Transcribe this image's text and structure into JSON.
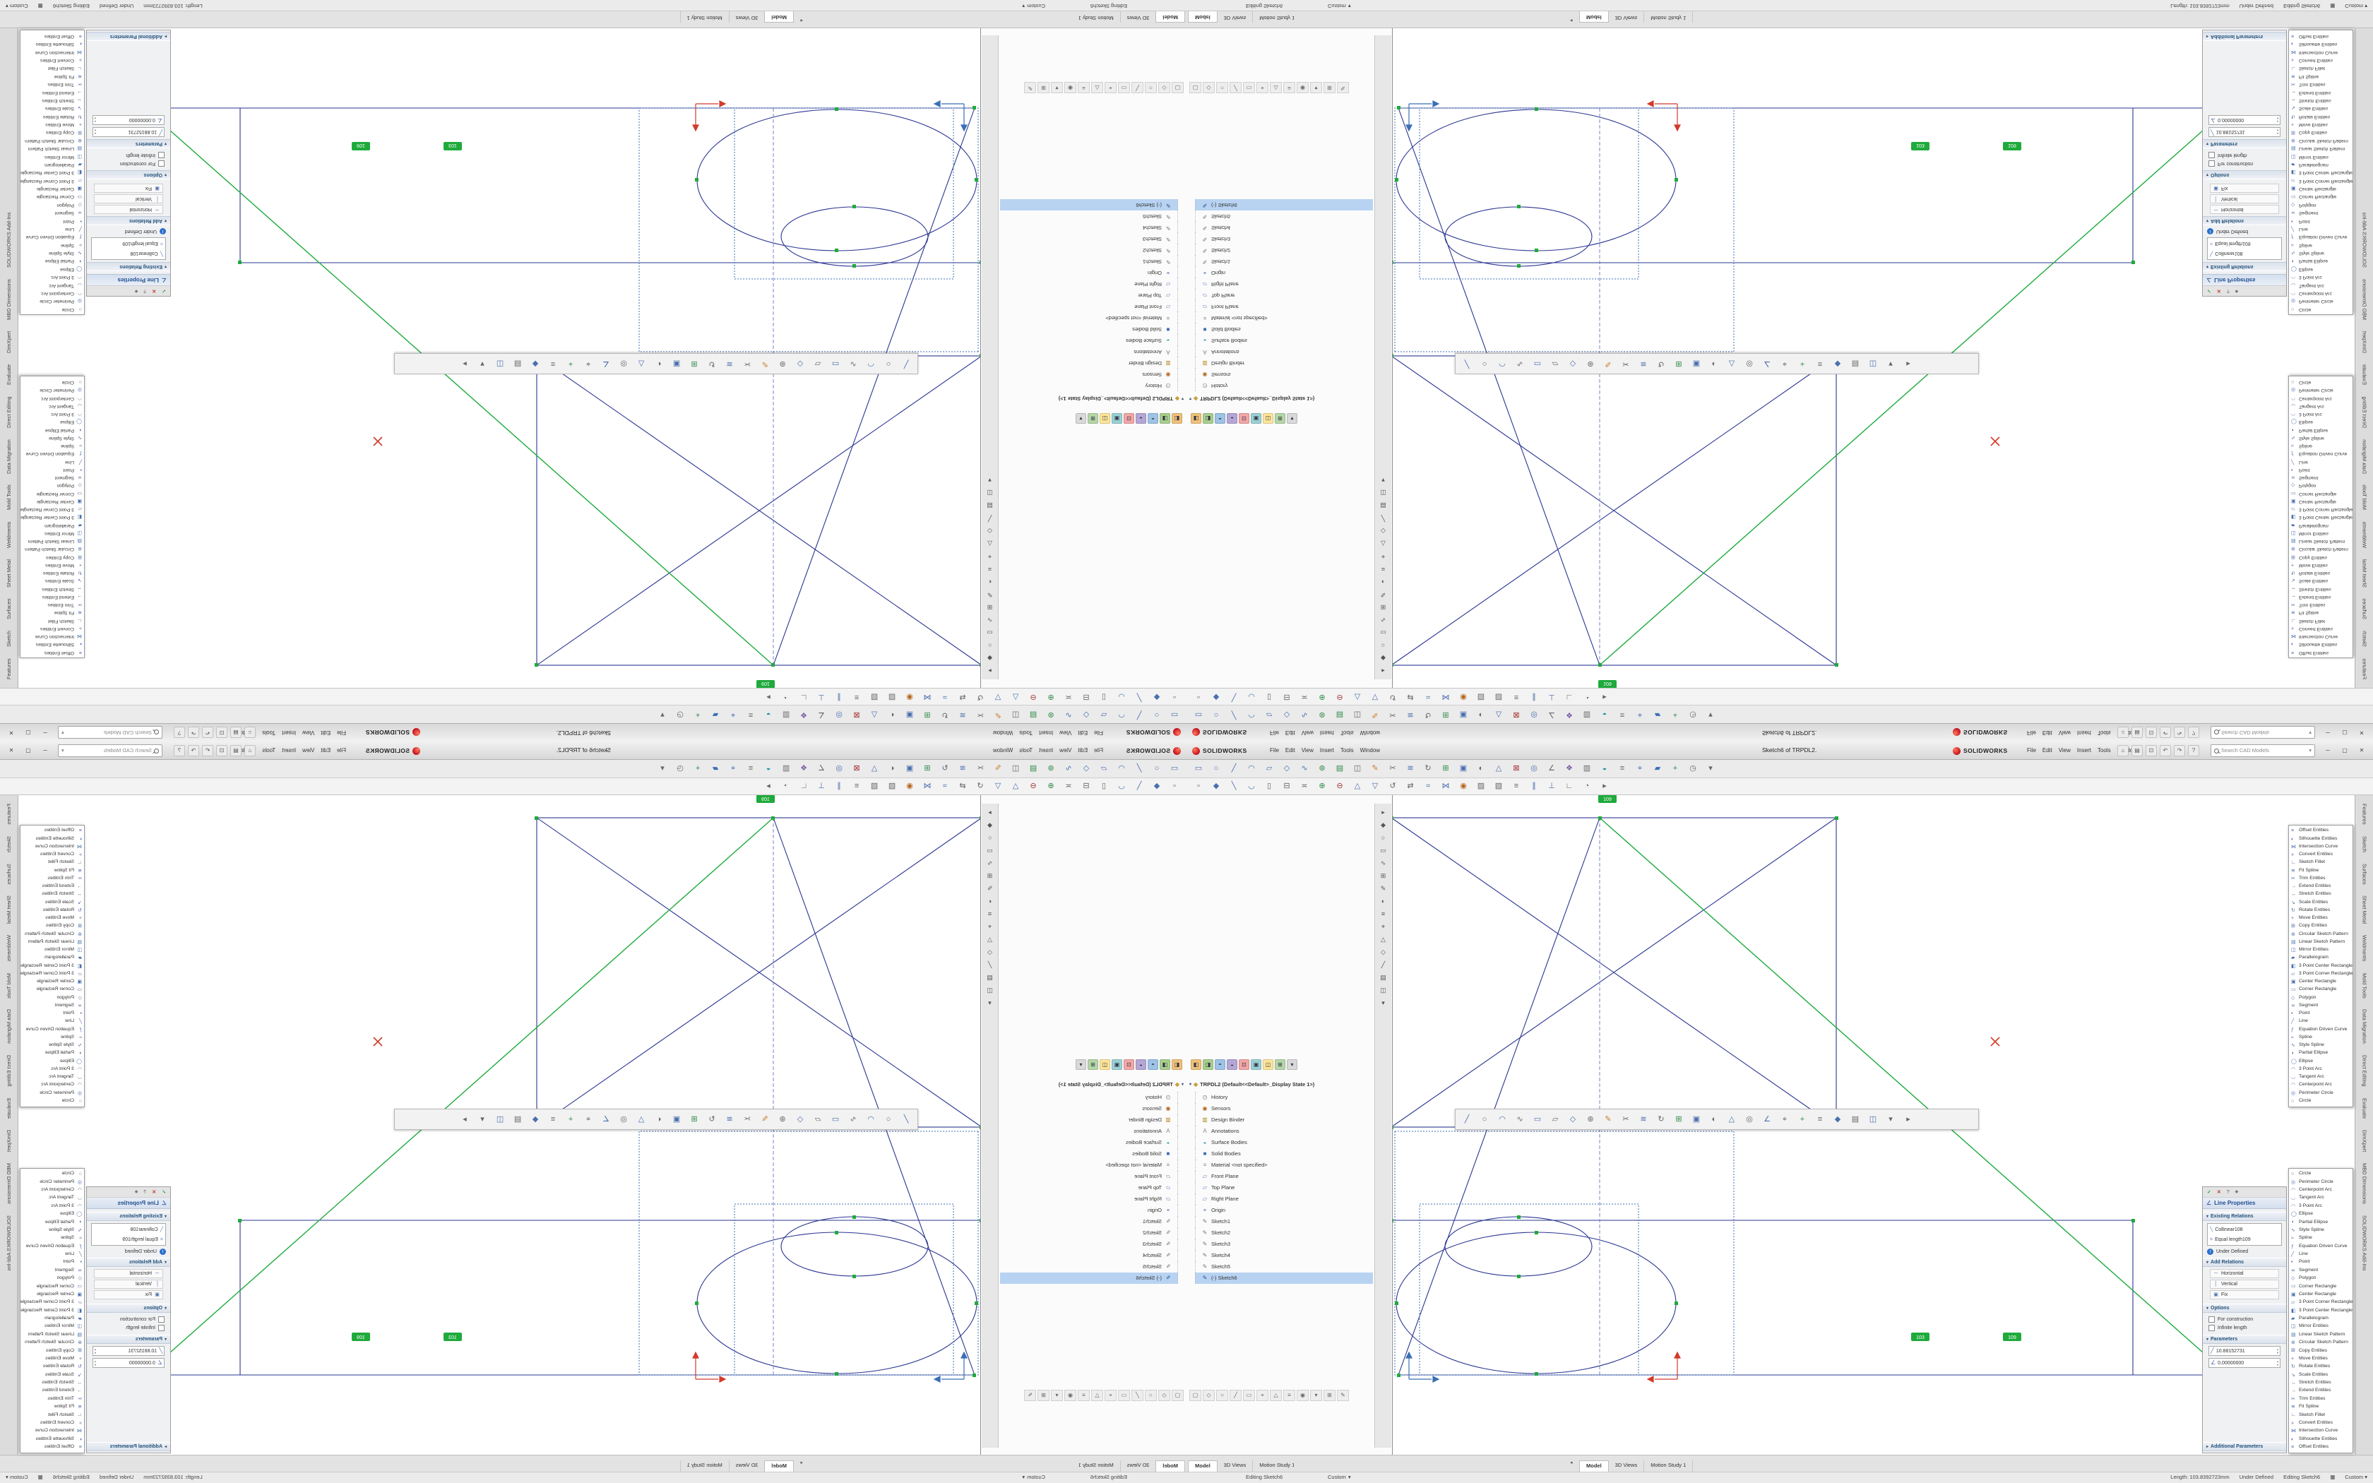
{
  "window": {
    "brand": "SOLIDWORKS",
    "title_doc": "Sketch6 of TRPDL2.",
    "menus": [
      "File",
      "Edit",
      "View",
      "Insert",
      "Tools",
      "Window"
    ],
    "search_placeholder": "Search CAD Models",
    "btn_min": "─",
    "btn_max": "▢",
    "btn_close": "✕"
  },
  "glyphs": {
    "chevron_down": "▾",
    "chevron_right": "▸",
    "collapse": "▾",
    "ok": "✓",
    "cancel": "✕",
    "help": "?",
    "pin": "◆",
    "info": "i",
    "angle": "∠",
    "tab_prev": "◂",
    "tab_next": "▸",
    "status_tab": "▦",
    "root_part": "◆",
    "length": "╱"
  },
  "title_icons": [
    {
      "g": "⌂",
      "fg": "#555"
    },
    {
      "g": "▤",
      "fg": "#555"
    },
    {
      "g": "⊡",
      "fg": "#555"
    },
    {
      "g": "↶",
      "fg": "#555"
    },
    {
      "g": "↷",
      "fg": "#555"
    },
    {
      "g": "?",
      "fg": "#555"
    }
  ],
  "toolbar_row1": [
    {
      "g": "▭",
      "fg": "#4a6fae"
    },
    {
      "g": "○",
      "fg": "#4a6fae"
    },
    {
      "g": "╱",
      "fg": "#4a6fae"
    },
    {
      "g": "◠",
      "fg": "#4a6fae"
    },
    {
      "g": "▱",
      "fg": "#4a6fae"
    },
    {
      "g": "◇",
      "fg": "#4a6fae"
    },
    {
      "g": "∿",
      "fg": "#4a6fae"
    },
    {
      "g": "⊛",
      "fg": "#2e8b47"
    },
    {
      "g": "▤",
      "fg": "#2e8b47"
    },
    {
      "g": "◫",
      "fg": "#666"
    },
    {
      "g": "✎",
      "fg": "#c77c2b"
    },
    {
      "g": "✂",
      "fg": "#666"
    },
    {
      "g": "≋",
      "fg": "#4a6fae"
    },
    {
      "g": "↻",
      "fg": "#666"
    },
    {
      "g": "⊞",
      "fg": "#2e8b47"
    },
    {
      "g": "▣",
      "fg": "#4a6fae"
    },
    {
      "g": "◐",
      "fg": "#666"
    },
    {
      "g": "△",
      "fg": "#4a6fae"
    },
    {
      "g": "⊠",
      "fg": "#a33"
    },
    {
      "g": "◎",
      "fg": "#4a6fae"
    },
    {
      "g": "∠",
      "fg": "#666"
    },
    {
      "g": "❖",
      "fg": "#7b5ea7"
    },
    {
      "g": "▥",
      "fg": "#666"
    },
    {
      "g": "◒",
      "fg": "#1f8fa8"
    },
    {
      "g": "≡",
      "fg": "#666"
    },
    {
      "g": "⌖",
      "fg": "#4a6fae"
    },
    {
      "g": "▰",
      "fg": "#3b6fb5"
    },
    {
      "g": "+",
      "fg": "#2e8b47"
    },
    {
      "g": "◷",
      "fg": "#666"
    },
    {
      "g": "▾",
      "fg": "#666"
    }
  ],
  "toolbar_row2": [
    {
      "g": "▫",
      "fg": "#666"
    },
    {
      "g": "◆",
      "fg": "#4a6fae"
    },
    {
      "g": "╲",
      "fg": "#4a6fae"
    },
    {
      "g": "◡",
      "fg": "#4a6fae"
    },
    {
      "g": "▯",
      "fg": "#666"
    },
    {
      "g": "⊟",
      "fg": "#666"
    },
    {
      "g": "≍",
      "fg": "#666"
    },
    {
      "g": "⊕",
      "fg": "#2e8b47"
    },
    {
      "g": "⊖",
      "fg": "#a33"
    },
    {
      "g": "△",
      "fg": "#4a6fae"
    },
    {
      "g": "▽",
      "fg": "#4a6fae"
    },
    {
      "g": "↺",
      "fg": "#666"
    },
    {
      "g": "⇄",
      "fg": "#666"
    },
    {
      "g": "≈",
      "fg": "#4a6fae"
    },
    {
      "g": "⋈",
      "fg": "#4a6fae"
    },
    {
      "g": "◉",
      "fg": "#b5651d"
    },
    {
      "g": "▨",
      "fg": "#666"
    },
    {
      "g": "▧",
      "fg": "#666"
    },
    {
      "g": "≡",
      "fg": "#666"
    },
    {
      "g": "∥",
      "fg": "#4a6fae"
    },
    {
      "g": "⊥",
      "fg": "#4a6fae"
    },
    {
      "g": "∟",
      "fg": "#666"
    },
    {
      "g": "◔",
      "fg": "#666"
    },
    {
      "g": "▸",
      "fg": "#666"
    }
  ],
  "band_icons": [
    {
      "g": "╱",
      "fg": "#4a6fae"
    },
    {
      "g": "○",
      "fg": "#666"
    },
    {
      "g": "◠",
      "fg": "#4a6fae"
    },
    {
      "g": "∿",
      "fg": "#666"
    },
    {
      "g": "▭",
      "fg": "#4a6fae"
    },
    {
      "g": "▱",
      "fg": "#666"
    },
    {
      "g": "◇",
      "fg": "#4a6fae"
    },
    {
      "g": "⊛",
      "fg": "#666"
    },
    {
      "g": "✎",
      "fg": "#c77c2b"
    },
    {
      "g": "✂",
      "fg": "#666"
    },
    {
      "g": "≋",
      "fg": "#4a6fae"
    },
    {
      "g": "↻",
      "fg": "#666"
    },
    {
      "g": "⊞",
      "fg": "#2e8b47"
    },
    {
      "g": "▣",
      "fg": "#4a6fae"
    },
    {
      "g": "◐",
      "fg": "#666"
    },
    {
      "g": "△",
      "fg": "#4a6fae"
    },
    {
      "g": "◎",
      "fg": "#666"
    },
    {
      "g": "∠",
      "fg": "#4a6fae"
    },
    {
      "g": "⌖",
      "fg": "#666"
    },
    {
      "g": "+",
      "fg": "#2e8b47"
    },
    {
      "g": "≡",
      "fg": "#666"
    },
    {
      "g": "◆",
      "fg": "#4a6fae"
    },
    {
      "g": "▤",
      "fg": "#666"
    },
    {
      "g": "◫",
      "fg": "#4a6fae"
    },
    {
      "g": "▾",
      "fg": "#666"
    },
    {
      "g": "▸",
      "fg": "#666"
    }
  ],
  "headsup_icons": [
    {
      "g": "◧",
      "c": "#f0c179"
    },
    {
      "g": "◨",
      "c": "#a8d08d"
    },
    {
      "g": "◓",
      "c": "#9dc3e6"
    },
    {
      "g": "◒",
      "c": "#b4a7d6"
    },
    {
      "g": "⊡",
      "c": "#f4a6a6"
    },
    {
      "g": "▣",
      "c": "#9ad1d4"
    },
    {
      "g": "◫",
      "c": "#ffe599"
    },
    {
      "g": "⊞",
      "c": "#b6d7a8"
    },
    {
      "g": "▾",
      "c": "#d9d9d9"
    }
  ],
  "filter_icons": [
    {
      "g": "▢"
    },
    {
      "g": "◇"
    },
    {
      "g": "○"
    },
    {
      "g": "╱"
    },
    {
      "g": "▭"
    },
    {
      "g": "⌖"
    },
    {
      "g": "△"
    },
    {
      "g": "≡"
    },
    {
      "g": "◉"
    },
    {
      "g": "▾"
    },
    {
      "g": "⊞"
    },
    {
      "g": "✎"
    }
  ],
  "vstrip_icons": [
    {
      "g": "▸"
    },
    {
      "g": "◆"
    },
    {
      "g": "○"
    },
    {
      "g": "▭"
    },
    {
      "g": "∿"
    },
    {
      "g": "⊞"
    },
    {
      "g": "✎"
    },
    {
      "g": "◐"
    },
    {
      "g": "≡"
    },
    {
      "g": "⌖"
    },
    {
      "g": "△"
    },
    {
      "g": "◇"
    },
    {
      "g": "╱"
    },
    {
      "g": "▤"
    },
    {
      "g": "◫"
    },
    {
      "g": "▾"
    }
  ],
  "vertical_tabs": [
    "Features",
    "Sketch",
    "Surfaces",
    "Sheet Metal",
    "Weldments",
    "Mold Tools",
    "Data Migration",
    "Direct Editing",
    "Evaluate",
    "DimXpert",
    "MBD Dimensions",
    "SOLIDWORKS Add-Ins"
  ],
  "sketch_flyout": [
    {
      "g": "○",
      "label": "Circle"
    },
    {
      "g": "◎",
      "label": "Perimeter Circle"
    },
    {
      "g": "◠",
      "label": "Centerpoint Arc"
    },
    {
      "g": "◡",
      "label": "Tangent Arc"
    },
    {
      "g": "◠",
      "label": "3 Point Arc"
    },
    {
      "g": "◯",
      "label": "Ellipse"
    },
    {
      "g": "◖",
      "label": "Partial Ellipse"
    },
    {
      "g": "∿",
      "label": "Style Spline"
    },
    {
      "g": "≈",
      "label": "Spline"
    },
    {
      "g": "ƒ",
      "label": "Equation Driven Curve"
    },
    {
      "g": "╱",
      "label": "Line"
    },
    {
      "g": "•",
      "label": "Point"
    },
    {
      "g": "≍",
      "label": "Segment"
    },
    {
      "g": "◇",
      "label": "Polygon"
    },
    {
      "g": "▭",
      "label": "Corner Rectangle"
    },
    {
      "g": "▣",
      "label": "Center Rectangle"
    },
    {
      "g": "▱",
      "label": "3 Point Corner Rectangle"
    },
    {
      "g": "◧",
      "label": "3 Point Center Rectangle"
    },
    {
      "g": "▰",
      "label": "Parallelogram"
    },
    {
      "g": "◫",
      "label": "Mirror Entities"
    },
    {
      "g": "▤",
      "label": "Linear Sketch Pattern"
    },
    {
      "g": "⊛",
      "label": "Circular Sketch Pattern"
    },
    {
      "g": "⊞",
      "label": "Copy Entities"
    },
    {
      "g": "+",
      "label": "Move Entities"
    },
    {
      "g": "↻",
      "label": "Rotate Entities"
    },
    {
      "g": "↘",
      "label": "Scale Entities"
    },
    {
      "g": "↔",
      "label": "Stretch Entities"
    },
    {
      "g": "→",
      "label": "Extend Entities"
    },
    {
      "g": "✂",
      "label": "Trim Entities"
    },
    {
      "g": "≋",
      "label": "Fit Spline"
    },
    {
      "g": "∟",
      "label": "Sketch Fillet"
    },
    {
      "g": "»",
      "label": "Convert Entities"
    },
    {
      "g": "⋈",
      "label": "Intersection Curve"
    },
    {
      "g": "◐",
      "label": "Silhouette Entities"
    },
    {
      "g": "≡",
      "label": "Offset Entities"
    }
  ],
  "tree": {
    "root": "TRPDL2 (Default<<Default>_Display State 1>)",
    "items": [
      {
        "g": "◷",
        "fg": "#777",
        "label": "History"
      },
      {
        "g": "◉",
        "fg": "#b5651d",
        "label": "Sensors"
      },
      {
        "g": "▥",
        "fg": "#b5891d",
        "label": "Design Binder"
      },
      {
        "g": "A",
        "fg": "#888",
        "label": "Annotations"
      },
      {
        "g": "◒",
        "fg": "#1f8fa8",
        "label": "Surface Bodies"
      },
      {
        "g": "■",
        "fg": "#3b6fb5",
        "label": "Solid Bodies"
      },
      {
        "g": "≡",
        "fg": "#888",
        "label": "Material <not specified>"
      },
      {
        "g": "▱",
        "fg": "#4a6fae",
        "label": "Front Plane"
      },
      {
        "g": "▱",
        "fg": "#4a6fae",
        "label": "Top Plane"
      },
      {
        "g": "▱",
        "fg": "#4a6fae",
        "label": "Right Plane"
      },
      {
        "g": "⌖",
        "fg": "#4a6fae",
        "label": "Origin"
      },
      {
        "g": "✎",
        "fg": "#777",
        "label": "Sketch1"
      },
      {
        "g": "✎",
        "fg": "#777",
        "label": "Sketch2"
      },
      {
        "g": "✎",
        "fg": "#777",
        "label": "Sketch3"
      },
      {
        "g": "✎",
        "fg": "#777",
        "label": "Sketch4"
      },
      {
        "g": "✎",
        "fg": "#777",
        "label": "Sketch5"
      },
      {
        "g": "✎",
        "fg": "#1d4d8f",
        "label": "(-) Sketch6",
        "cls": "active"
      }
    ]
  },
  "panel": {
    "title": "Line Properties",
    "existing_relations": "Existing Relations",
    "relations": [
      {
        "g": "╲",
        "label": "Collinear108"
      },
      {
        "g": "=",
        "label": "Equal length109"
      }
    ],
    "status": "Under Defined",
    "add_relations": "Add Relations",
    "relation_buttons": [
      {
        "g": "─",
        "label": "Horizontal"
      },
      {
        "g": "│",
        "label": "Vertical"
      },
      {
        "g": "▣",
        "label": "Fix"
      }
    ],
    "options_label": "Options",
    "options": [
      "For construction",
      "Infinite length"
    ],
    "parameters_label": "Parameters",
    "param1": "10.88152731",
    "param2": "0.00000000",
    "additional": "Additional Parameters"
  },
  "model_tabs": [
    {
      "label": "Model",
      "cls": "active"
    },
    {
      "label": "3D Views"
    },
    {
      "label": "Motion Study 1"
    }
  ],
  "status": {
    "length": "Length: 103.8392723mm",
    "state": "Under Defined",
    "editing": "Editing Sketch6",
    "custom": "Custom"
  },
  "dims": {
    "d1": "109",
    "d2": "103",
    "d3": "109"
  },
  "colors": {
    "accent": "#2a6fc9",
    "sketch": "#2a3590",
    "handle": "#1faa3c",
    "error": "#d23a2a"
  }
}
